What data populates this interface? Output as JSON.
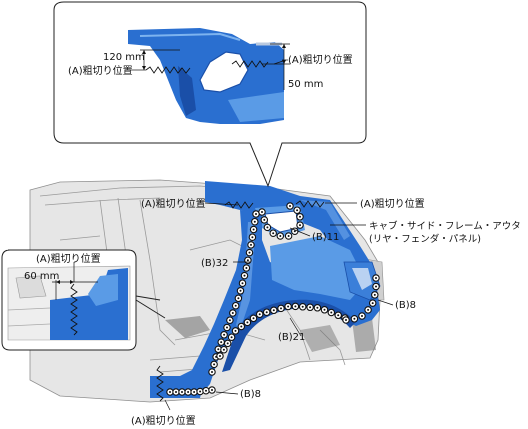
{
  "labels": {
    "rough_cut_position": "(A)粗切り位置",
    "panel_name_line1": "キャブ・サイド・フレーム・アウタ",
    "panel_name_line2": "(リヤ・フェンダ・パネル)",
    "weld_b11": "(B)11",
    "weld_b32": "(B)32",
    "weld_b8_right": "(B)8",
    "weld_b21": "(B)21",
    "weld_b8_bottom": "(B)8"
  },
  "dimensions": {
    "top_left": "120 mm",
    "top_right": "50 mm",
    "left_inset": "60 mm"
  },
  "colors": {
    "panel_blue": "#2a6fd0",
    "panel_blue_light": "#5a9be6",
    "panel_blue_dark": "#1a4fa8",
    "body_gray": "#e6e6e6"
  }
}
